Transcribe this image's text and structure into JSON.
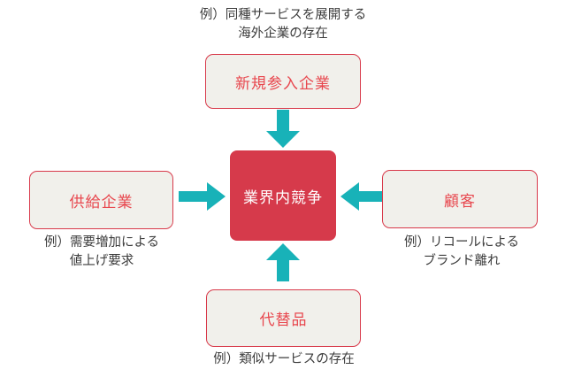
{
  "diagram": {
    "title_center": "業界内競争",
    "background_color": "#FFFFFF",
    "box_fill_color": "#F1F0EB",
    "box_border_color": "#D8394A",
    "box_text_color": "#E8474E",
    "center_fill_color": "#D63A4B",
    "center_text_color": "#FFFFFF",
    "arrow_color": "#18B2B8",
    "caption_text_color": "#3C3C3C"
  },
  "center": {
    "label": "業界内競争"
  },
  "forces": {
    "new_entrants": {
      "label": "新規参入企業",
      "caption": "例）同種サービスを展開する\n海外企業の存在"
    },
    "suppliers": {
      "label": "供給企業",
      "caption": "例）需要増加による\n値上げ要求"
    },
    "customers": {
      "label": "顧客",
      "caption": "例）リコールによる\nブランド離れ"
    },
    "substitutes": {
      "label": "代替品",
      "caption": "例）類似サービスの存在"
    }
  },
  "arrows": {
    "from_new_entrants": "arrow-down",
    "from_suppliers": "arrow-right",
    "from_customers": "arrow-left",
    "from_substitutes": "arrow-up"
  }
}
